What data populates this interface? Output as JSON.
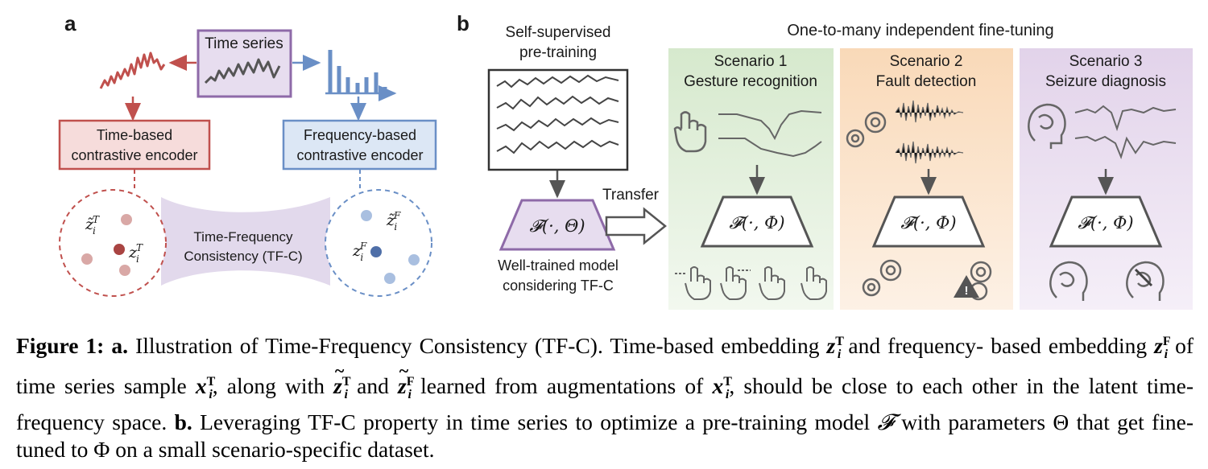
{
  "panel_a": {
    "label": "a",
    "time_series_box": "Time series",
    "time_encoder": [
      "Time-based",
      "contrastive encoder"
    ],
    "freq_encoder": [
      "Frequency-based",
      "contrastive encoder"
    ],
    "consistency": [
      "Time-Frequency",
      "Consistency (TF-C)"
    ],
    "z_time_tilde": "z̃",
    "z_time": "z",
    "z_freq_tilde": "z̃",
    "z_freq": "z",
    "sub_i": "i",
    "sup_T": "T",
    "sup_F": "F"
  },
  "panel_b": {
    "label": "b",
    "pretrain_title": [
      "Self-supervised",
      "pre-training"
    ],
    "finetune_title": "One-to-many independent fine-tuning",
    "model_theta": "𝓕(·, Θ)",
    "model_phi": "𝓕(·, Φ)",
    "transfer": "Transfer",
    "well_trained": [
      "Well-trained model",
      "considering TF-C"
    ],
    "scenarios": [
      {
        "line1": "Scenario 1",
        "line2": "Gesture recognition",
        "bg": "#e3efdd"
      },
      {
        "line1": "Scenario 2",
        "line2": "Fault detection",
        "bg": "#fbe6d2"
      },
      {
        "line1": "Scenario 3",
        "line2": "Seizure diagnosis",
        "bg": "#ece2f0"
      }
    ]
  },
  "colors": {
    "time_red": "#c0504d",
    "freq_blue": "#6a8fc6",
    "purple": "#8e6aa8",
    "gray": "#555555"
  },
  "caption": {
    "figure_label": "Figure 1:",
    "a_label": "a.",
    "text_1": "Illustration of Time-Frequency Consistency (TF-C). Time-based embedding",
    "text_2": "and frequency-",
    "text_3": "based embedding",
    "text_4": "of time series sample",
    "text_5": ", along with",
    "text_6": "and",
    "text_7": "learned from augmentations of",
    "text_8": ", should",
    "text_9": "be close to each other in the latent time-frequency space.",
    "b_label": "b.",
    "text_10": "Leveraging TF-C property in time series to optimize",
    "text_11": "a pre-training model",
    "text_12": "with parameters",
    "text_13": "that get fine-tuned to",
    "text_14": "on a small scenario-specific dataset.",
    "sym_F": "𝓕",
    "sym_Theta": "Θ",
    "sym_Phi": "Φ",
    "sym_z": "z",
    "sym_x": "x",
    "sym_i": "i",
    "sym_T": "T",
    "sym_Fs": "F"
  }
}
